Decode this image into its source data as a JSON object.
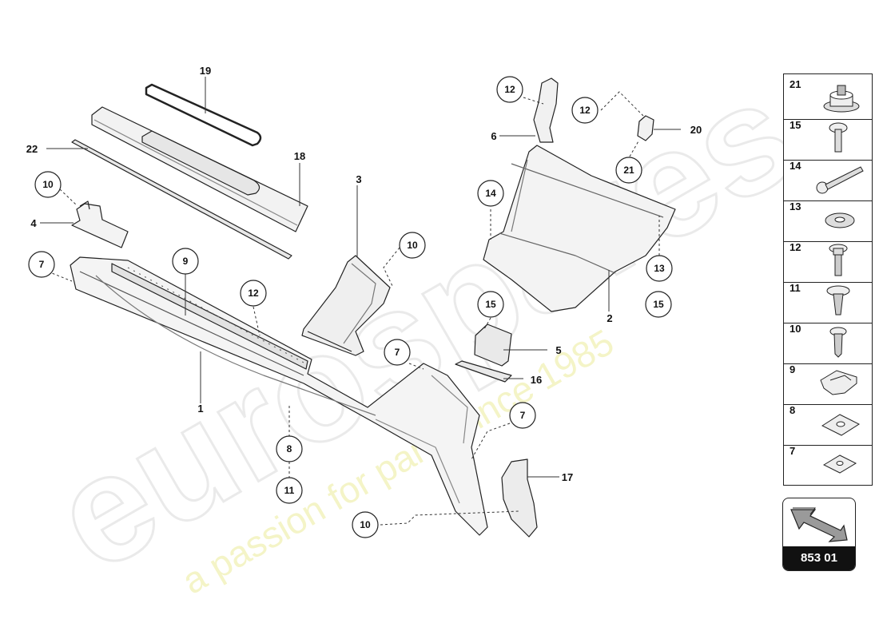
{
  "watermark": {
    "brand": "eurospares",
    "tagline": "a passion for parts since 1985"
  },
  "callouts": [
    {
      "id": "c19",
      "label": "19"
    },
    {
      "id": "c22",
      "label": "22"
    },
    {
      "id": "c18",
      "label": "18"
    },
    {
      "id": "c10a",
      "label": "10"
    },
    {
      "id": "c4",
      "label": "4"
    },
    {
      "id": "c7a",
      "label": "7"
    },
    {
      "id": "c9",
      "label": "9"
    },
    {
      "id": "c12a",
      "label": "12"
    },
    {
      "id": "c3",
      "label": "3"
    },
    {
      "id": "c10b",
      "label": "10"
    },
    {
      "id": "c1",
      "label": "1"
    },
    {
      "id": "c7b",
      "label": "7"
    },
    {
      "id": "c8",
      "label": "8"
    },
    {
      "id": "c11",
      "label": "11"
    },
    {
      "id": "c10c",
      "label": "10"
    },
    {
      "id": "c7c",
      "label": "7"
    },
    {
      "id": "c17",
      "label": "17"
    },
    {
      "id": "c12b",
      "label": "12"
    },
    {
      "id": "c6",
      "label": "6"
    },
    {
      "id": "c12c",
      "label": "12"
    },
    {
      "id": "c20",
      "label": "20"
    },
    {
      "id": "c21",
      "label": "21"
    },
    {
      "id": "c14",
      "label": "14"
    },
    {
      "id": "c13",
      "label": "13"
    },
    {
      "id": "c15a",
      "label": "15"
    },
    {
      "id": "c2",
      "label": "2"
    },
    {
      "id": "c15b",
      "label": "15"
    },
    {
      "id": "c5",
      "label": "5"
    },
    {
      "id": "c16",
      "label": "16"
    }
  ],
  "parts_list": [
    {
      "number": "21",
      "icon": "bump-stop-icon"
    },
    {
      "number": "15",
      "icon": "round-head-bolt-icon"
    },
    {
      "number": "14",
      "icon": "long-bolt-icon"
    },
    {
      "number": "13",
      "icon": "washer-icon"
    },
    {
      "number": "12",
      "icon": "flange-bolt-icon"
    },
    {
      "number": "11",
      "icon": "expanding-rivet-icon"
    },
    {
      "number": "10",
      "icon": "plastic-rivet-icon"
    },
    {
      "number": "9",
      "icon": "clip-icon"
    },
    {
      "number": "8",
      "icon": "speed-nut-icon"
    },
    {
      "number": "7",
      "icon": "spring-nut-icon"
    }
  ],
  "reference": {
    "number": "853 01",
    "icon": "direction-arrow-icon"
  }
}
